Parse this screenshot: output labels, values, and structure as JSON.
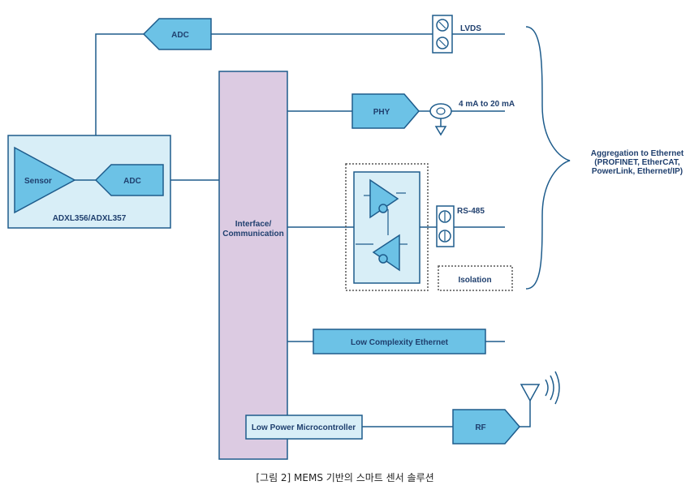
{
  "colors": {
    "line": "#1e5c8c",
    "block_fill": "#6cc2e6",
    "panel_fill": "#d8eef7",
    "interface_fill": "#dccbe2",
    "dotted": "#555555"
  },
  "blocks": {
    "adc_top": "ADC",
    "sensor": "Sensor",
    "adc_sensor": "ADC",
    "sensor_module": "ADXL356/ADXL357",
    "interface": [
      "Interface/",
      "Communication"
    ],
    "phy": "PHY",
    "low_complexity_ethernet": "Low Complexity Ethernet",
    "low_power_mcu": "Low Power Microcontroller",
    "rf": "RF",
    "isolation": "Isolation"
  },
  "outputs": {
    "lvds": "LVDS",
    "current_loop": "4 mA to 20 mA",
    "rs485": "RS-485"
  },
  "aggregation": [
    "Aggregation to Ethernet",
    "(PROFINET, EtherCAT,",
    "PowerLink, Ethernet/IP)"
  ],
  "caption": "[그림 2] MEMS 기반의 스마트 센서 솔루션"
}
